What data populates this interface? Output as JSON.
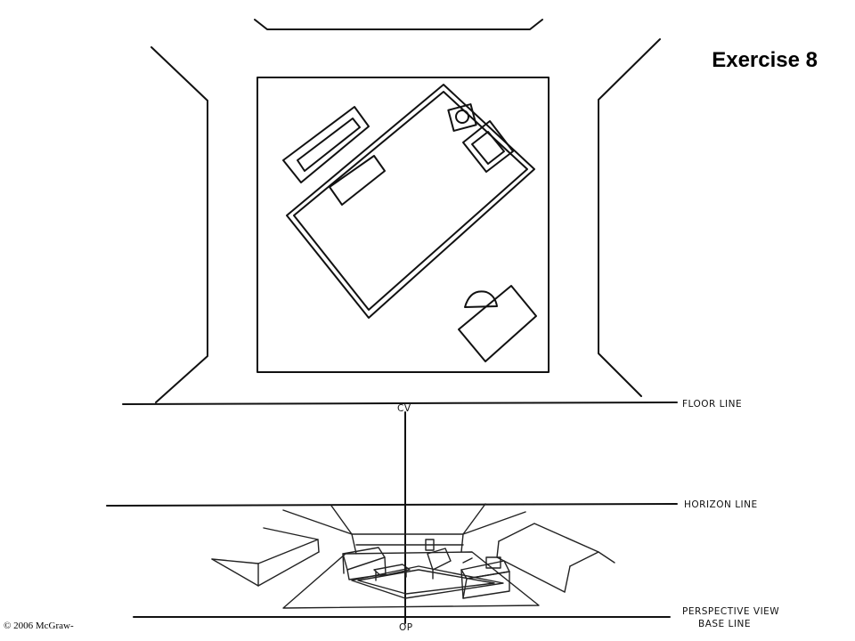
{
  "title": "Exercise 8",
  "copyright": "© 2006 McGraw-",
  "labels": {
    "floor_line": "FLOOR LINE",
    "horizon_line": "HORIZON LINE",
    "base_line_1": "PERSPECTIVE VIEW",
    "base_line_2": "BASE LINE",
    "cv": "CV",
    "op": "OP"
  }
}
